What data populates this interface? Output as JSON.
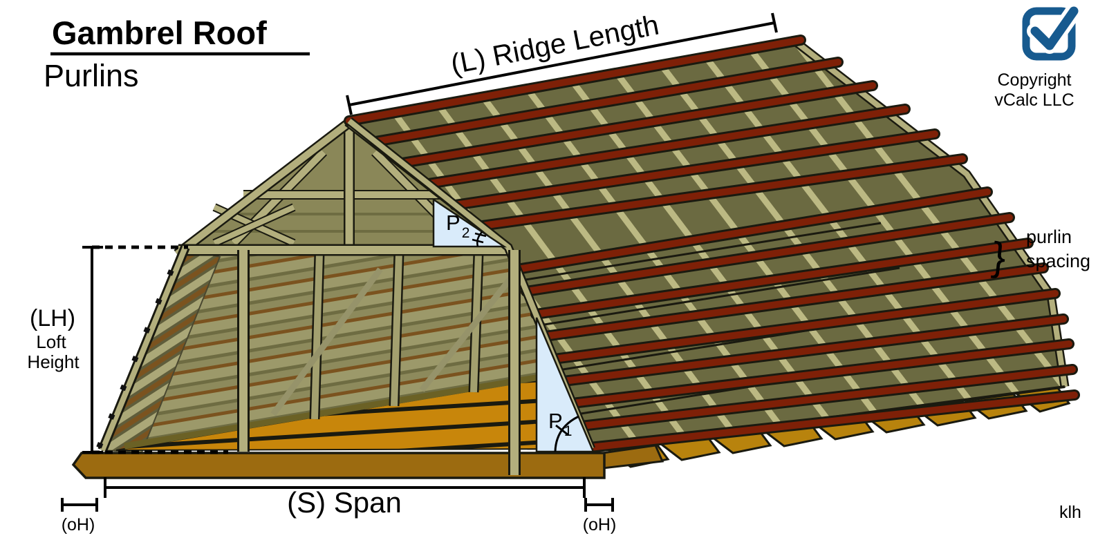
{
  "diagram": {
    "title": "Gambrel Roof",
    "subtitle": "Purlins",
    "labels": {
      "ridge_length": "(L) Ridge Length",
      "loft_height_abbr": "(LH)",
      "loft_height_word1": "Loft",
      "loft_height_word2": "Height",
      "span": "(S) Span",
      "overhang_left": "(oH)",
      "overhang_right": "(oH)",
      "purlin_spacing_line1": "purlin",
      "purlin_spacing_line2": "spacing",
      "purlin_spacing_brace": "}",
      "pitch_upper_base": "P",
      "pitch_upper_sub": "2",
      "pitch_lower_base": "P",
      "pitch_lower_sub": "1"
    },
    "copyright": {
      "line1": "Copyright",
      "line2": "vCalc LLC"
    },
    "signature": "klh",
    "colors": {
      "purlin_red": "#7E2007",
      "frame_khaki": "#B3AF7D",
      "rafter_light": "#BCB983",
      "roof_dark_olive": "#6B6A41",
      "gable_olive": "#8A8758",
      "wall_stripe_light": "#9C996A",
      "wall_stripe_dark": "#6E6C42",
      "wall_stripe_brown": "#7B531F",
      "floor_gold": "#C8860B",
      "slab_brown": "#9C6B10",
      "joist_tab": "#B8830D",
      "pitch_triangle_blue": "#D9EBFA",
      "logo_blue": "#175A8F",
      "outline_black": "#1A1A10"
    }
  }
}
